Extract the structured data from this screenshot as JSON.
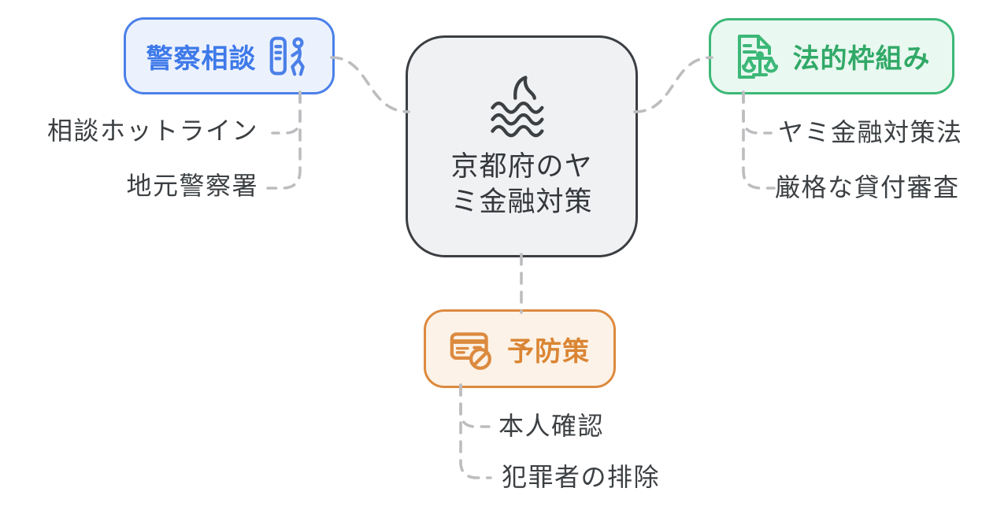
{
  "canvas": {
    "background": "#ffffff",
    "connector_color": "#bdbdc0"
  },
  "center": {
    "icon": "shark-fin-waves-icon",
    "title_line1": "京都府のヤ",
    "title_line2": "ミ金融対策",
    "border_color": "#3b3e42",
    "background": "#f0f1f2",
    "text_color": "#34373b"
  },
  "branches": {
    "police": {
      "label": "警察相談",
      "icon": "person-at-door-icon",
      "accent": "#4b80e8",
      "background": "#ecf2fd",
      "children": {
        "hotline": "相談ホットライン",
        "station": "地元警察署"
      }
    },
    "legal": {
      "label": "法的枠組み",
      "icon": "document-scales-icon",
      "accent": "#3cb878",
      "background": "#e9f8f0",
      "children": {
        "law": "ヤミ金融対策法",
        "screening": "厳格な貸付審査"
      }
    },
    "prevention": {
      "label": "予防策",
      "icon": "blocked-card-icon",
      "accent": "#dc8a3f",
      "background": "#fcf2e7",
      "children": {
        "identity": "本人確認",
        "exclusion": "犯罪者の排除"
      }
    }
  }
}
